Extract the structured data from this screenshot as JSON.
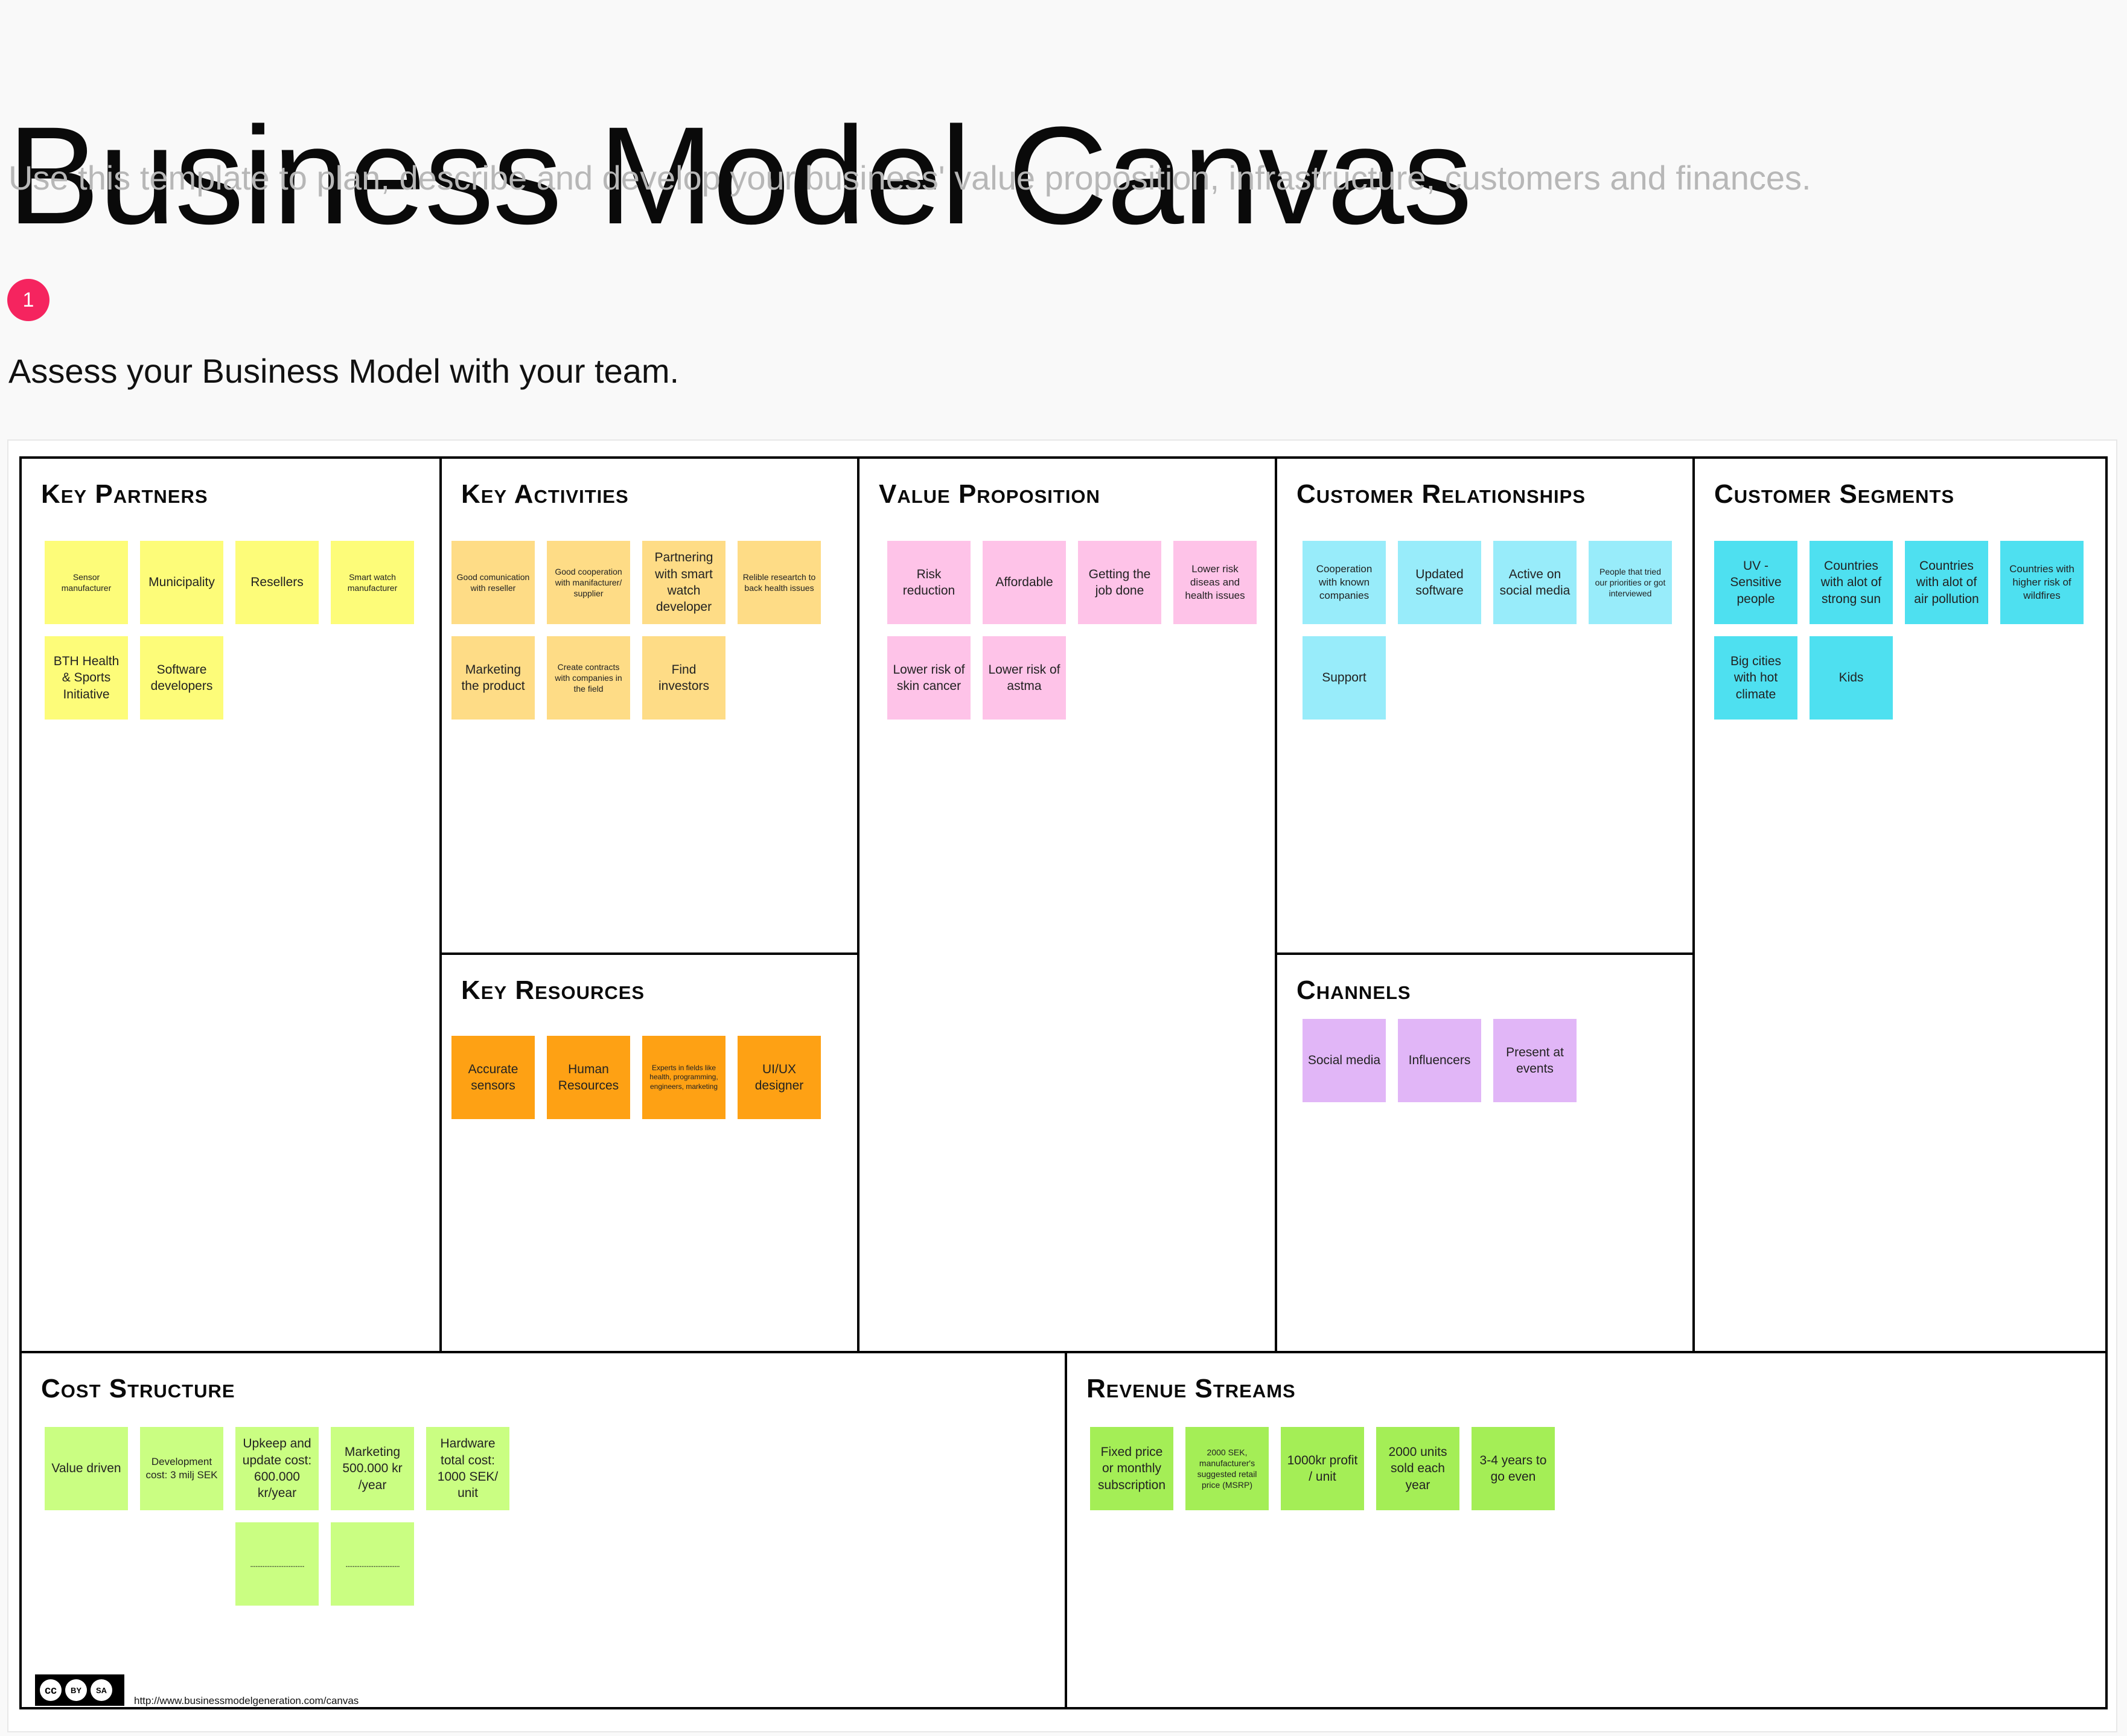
{
  "header": {
    "title": "Business Model Canvas",
    "subtitle": "Use this template to plan, describe and develop your business' value proposition, infrastructure, customers and finances.",
    "step_number": "1",
    "step_text": "Assess your Business Model with your team."
  },
  "blocks": {
    "key_partners": {
      "title": "Key Partners",
      "notes": [
        "Sensor manufacturer",
        "Municipality",
        "Resellers",
        "Smart watch manufacturer",
        "BTH Health & Sports Initiative",
        "Software developers"
      ]
    },
    "key_activities": {
      "title": "Key Activities",
      "notes": [
        "Good comunication with reseller",
        "Good cooperation with manifacturer/ supplier",
        "Partnering with smart watch developer",
        "Relible researtch to back health issues",
        "Marketing the product",
        "Create contracts with companies in the field",
        "Find investors"
      ]
    },
    "key_resources": {
      "title": "Key Resources",
      "notes": [
        "Accurate sensors",
        "Human Resources",
        "Experts in fields like health, programming, engineers, marketing",
        "UI/UX designer"
      ]
    },
    "value_proposition": {
      "title": "Value Proposition",
      "notes": [
        "Risk reduction",
        "Affordable",
        "Getting the job done",
        "Lower risk diseas and health issues",
        "Lower risk of skin cancer",
        "Lower risk of astma"
      ]
    },
    "customer_relationships": {
      "title": "Customer Relationships",
      "notes": [
        "Cooperation with known companies",
        "Updated software",
        "Active on social media",
        "People that tried our priorities or got interviewed",
        "Support"
      ]
    },
    "channels": {
      "title": "Channels",
      "notes": [
        "Social media",
        "Influencers",
        "Present at events"
      ]
    },
    "customer_segments": {
      "title": "Customer Segments",
      "notes": [
        "UV - Sensitive people",
        "Countries with alot of strong sun",
        "Countries with alot of air pollution",
        "Countries with higher risk of wildfires",
        "Big cities with hot climate",
        "Kids"
      ]
    },
    "cost_structure": {
      "title": "Cost Structure",
      "notes": [
        "Value driven",
        "Development cost: 3 milj SEK",
        "Upkeep and update cost: 600.000 kr/year",
        "Marketing 500.000 kr /year",
        "Hardware total cost: 1000 SEK/ unit",
        "...............................",
        "..............................."
      ]
    },
    "revenue_streams": {
      "title": "Revenue Streams",
      "notes": [
        "Fixed price or monthly subscription",
        "2000 SEK, manufacturer's suggested retail price (MSRP)",
        "1000kr profit / unit",
        "2000 units sold each year",
        "3-4 years to go even"
      ]
    }
  },
  "license": {
    "badge": [
      "cc",
      "BY",
      "SA"
    ],
    "url": "http://www.businessmodelgeneration.com/canvas"
  },
  "colors": {
    "step_badge": "#f5245f",
    "key_partners_note": "#fdfc79",
    "key_activities_note": "#fedc86",
    "key_resources_note": "#fea114",
    "value_proposition_note": "#fec3e8",
    "customer_relationships_note": "#98ecfa",
    "channels_note": "#e1b6f7",
    "customer_segments_note": "#4ee0f0",
    "cost_structure_note": "#cafe82",
    "revenue_streams_note": "#a4ee56"
  }
}
